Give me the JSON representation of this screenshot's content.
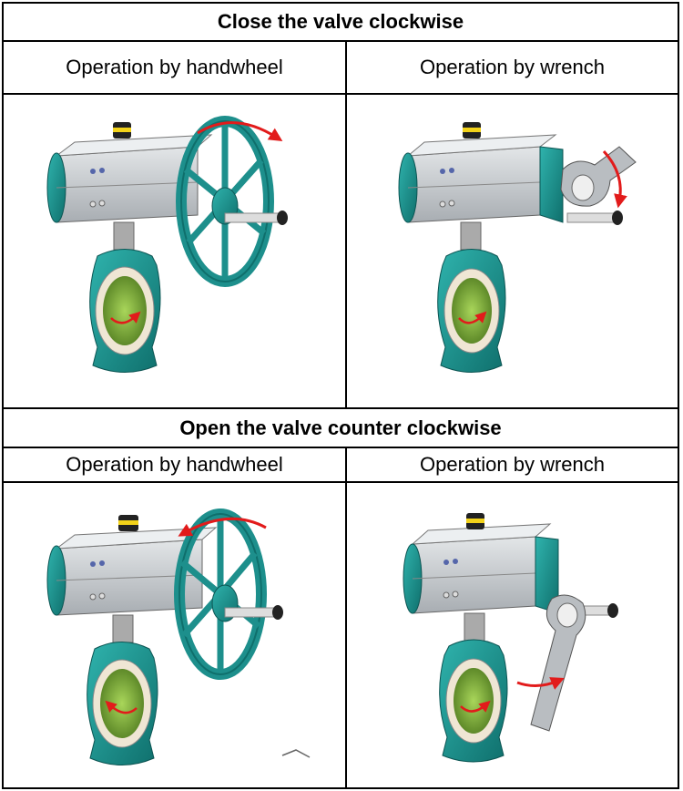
{
  "section_close": {
    "title": "Close the valve clockwise",
    "left_label": "Operation by handwheel",
    "right_label": "Operation by wrench"
  },
  "section_open": {
    "title": "Open the valve counter clockwise",
    "left_label": "Operation by handwheel",
    "right_label": "Operation by wrench"
  },
  "colors": {
    "valve_teal": "#1d8f8c",
    "actuator_gray": "#c9cdd0",
    "arrow_red": "#e21b1b",
    "disc_green": "#8bbf3d",
    "cap_yellow": "#f2d21a"
  }
}
